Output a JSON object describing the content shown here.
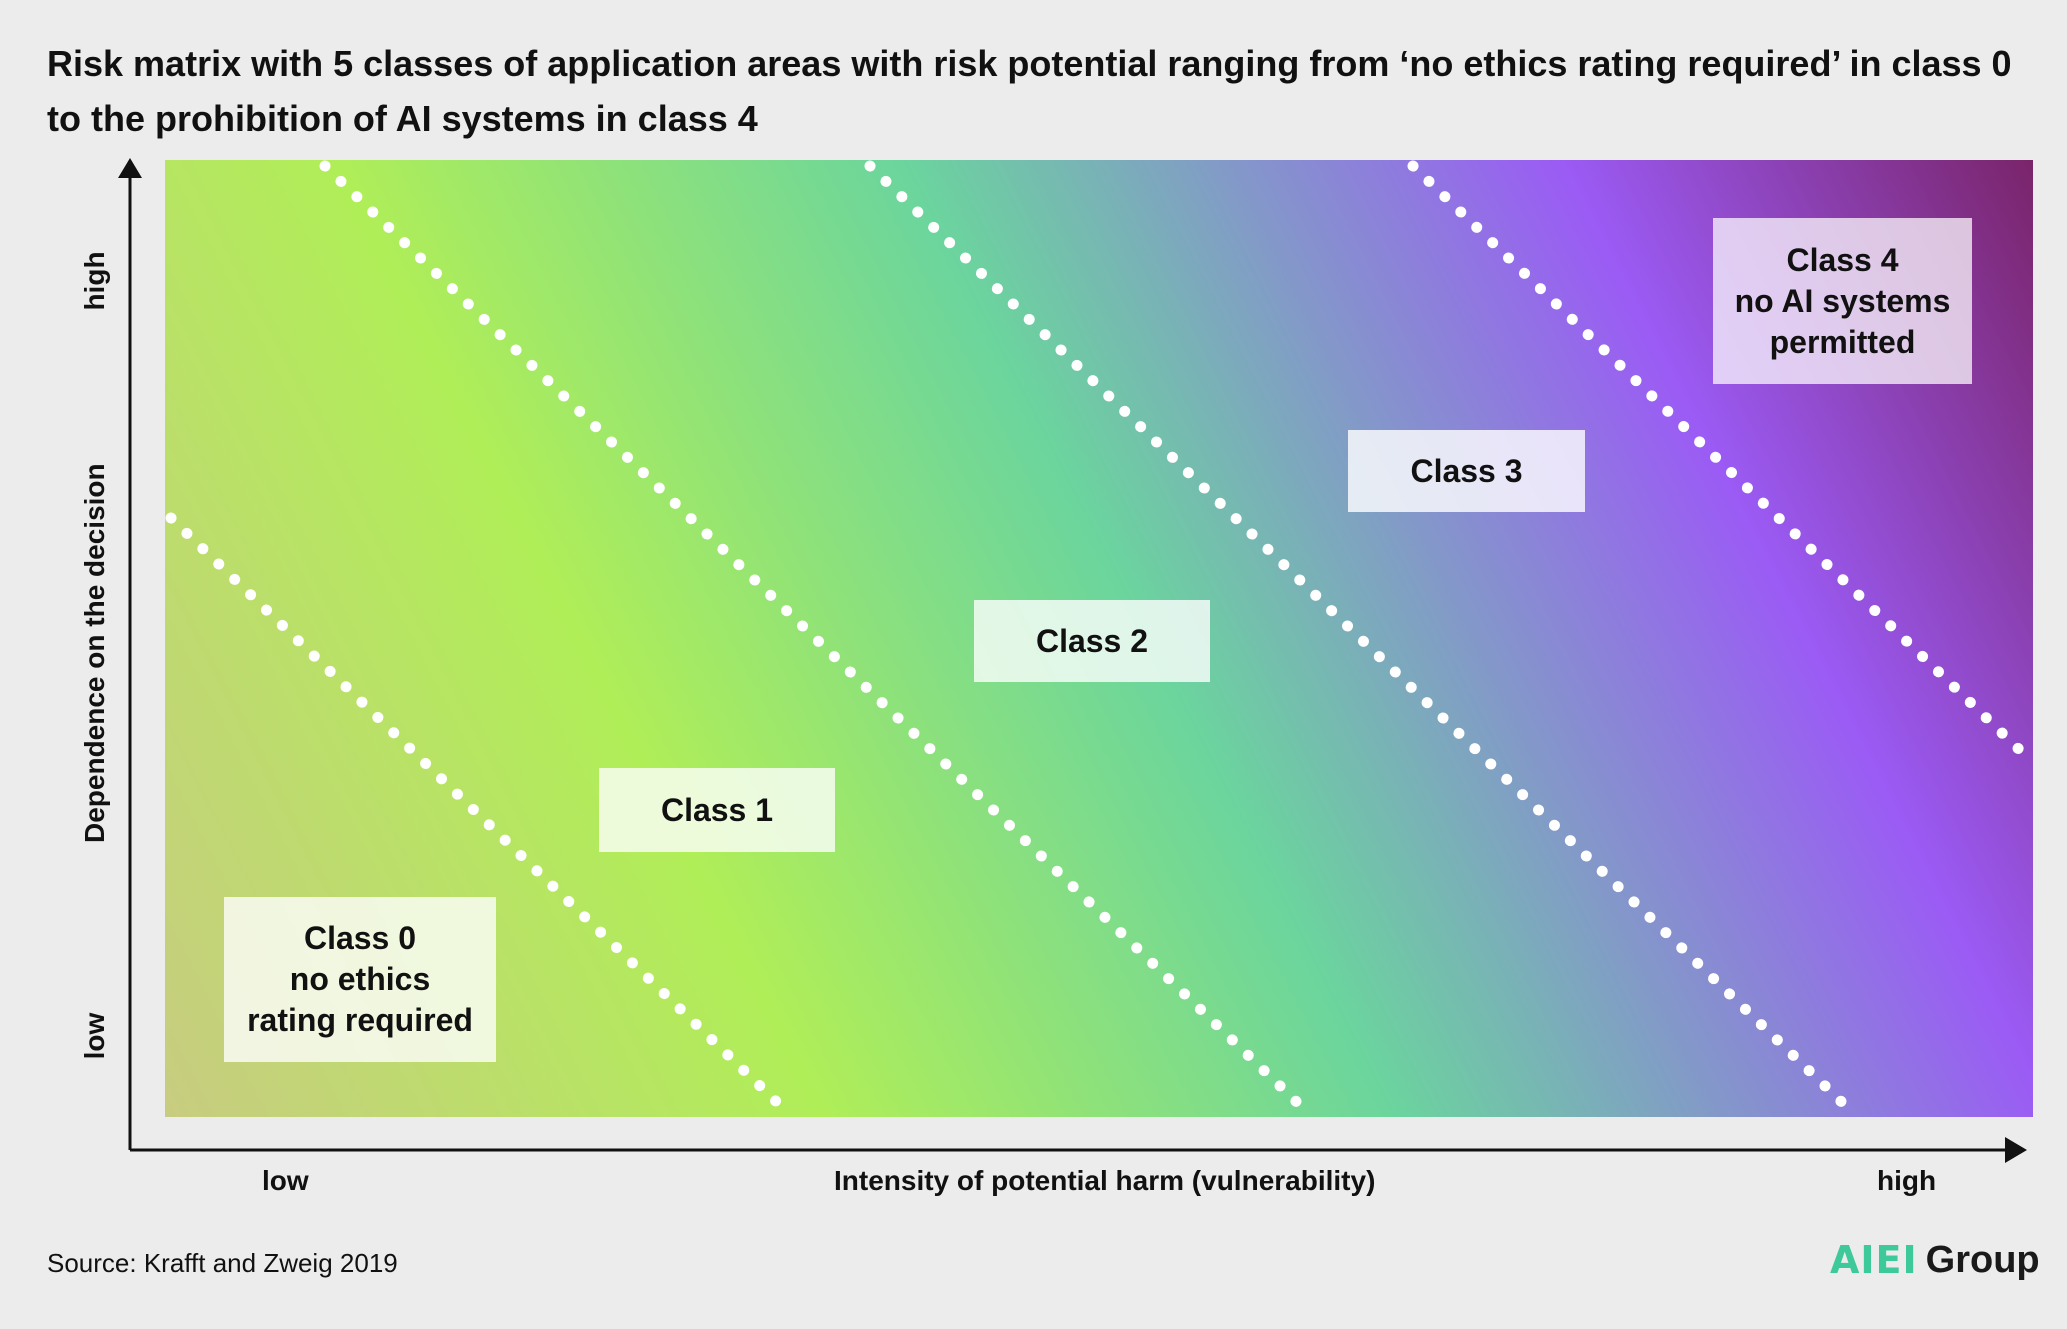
{
  "title": "Risk matrix with 5 classes of application areas with risk potential ranging from ‘no ethics rating required’ in class 0 to the prohibition of AI systems in class 4",
  "y_axis": {
    "label": "Dependence on the decision",
    "low": "low",
    "high": "high"
  },
  "x_axis": {
    "label": "Intensity of potential harm (vulnerability)",
    "low": "low",
    "high": "high"
  },
  "classes": [
    {
      "lines": [
        "Class 0",
        "no ethics",
        "rating required"
      ]
    },
    {
      "lines": [
        "Class 1"
      ]
    },
    {
      "lines": [
        "Class 2"
      ]
    },
    {
      "lines": [
        "Class 3"
      ]
    },
    {
      "lines": [
        "Class 4",
        "no AI systems",
        "permitted"
      ]
    }
  ],
  "source": "Source: Krafft and Zweig 2019",
  "logo": {
    "mark": "AIEI",
    "word": "Group"
  },
  "colors": {
    "gradient": [
      "#c8cc80",
      "#b0ee58",
      "#6bd59d",
      "#9b5bf5",
      "#7a246a"
    ],
    "background": "#ececec"
  }
}
